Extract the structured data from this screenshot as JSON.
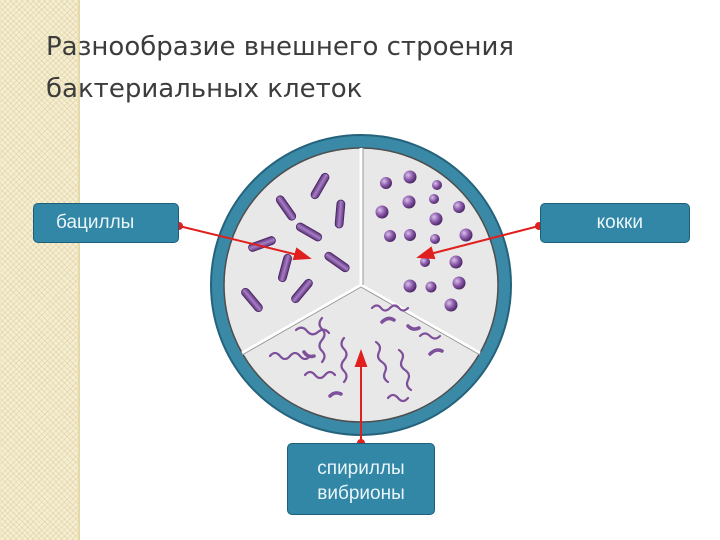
{
  "title_lines": [
    "Разнообразие внешнего строения",
    "бактериальных клеток"
  ],
  "labels": {
    "bacilli": "бациллы",
    "cocci": "кокки",
    "spirilla": "спириллы",
    "vibrios": "вибрионы"
  },
  "colors": {
    "ring": "#3a89a6",
    "plate": "#e8e8e8",
    "bacteria": "#7e4f9a",
    "arrow": "#e0201e",
    "label_box": "#3286a6"
  }
}
